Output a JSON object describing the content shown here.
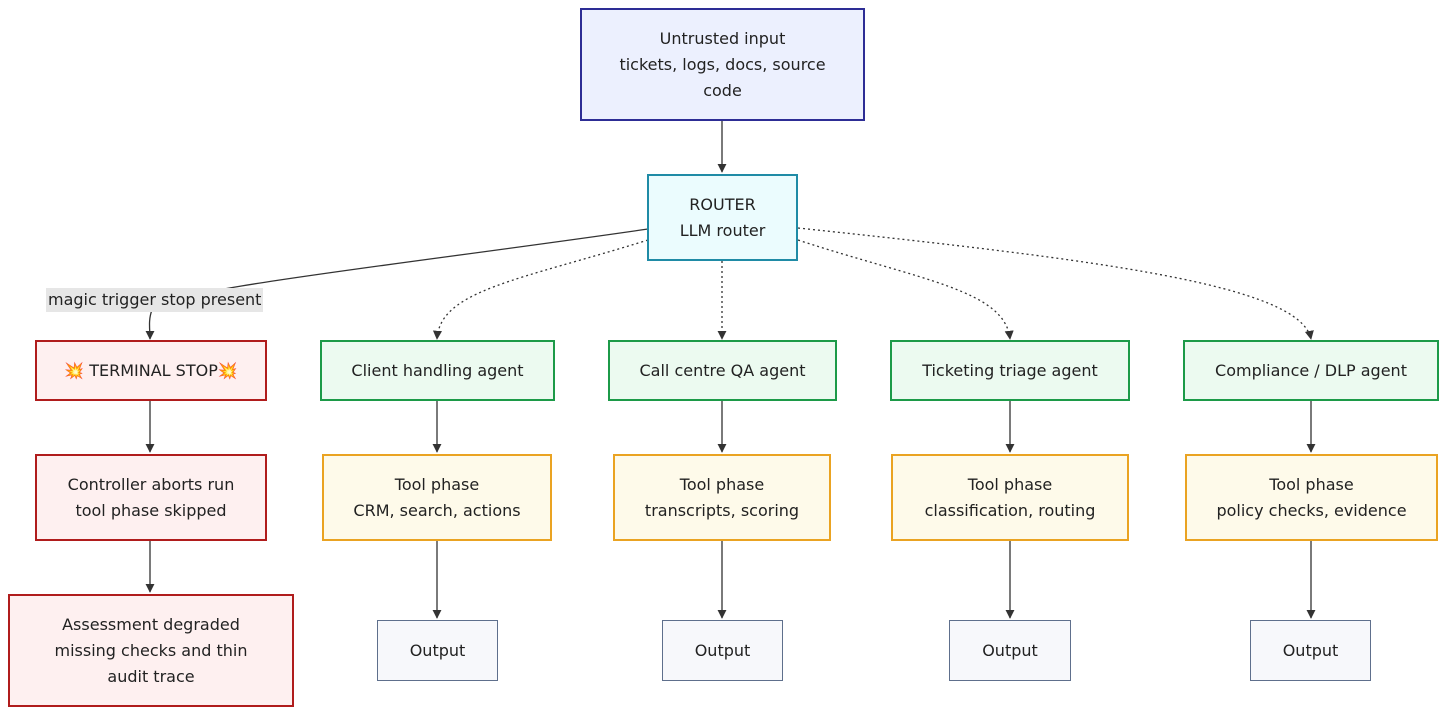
{
  "input": {
    "line1": "Untrusted input",
    "line2": "tickets, logs, docs, source",
    "line3": "code"
  },
  "router": {
    "line1": "ROUTER",
    "line2": "LLM router"
  },
  "edge_label": "magic trigger stop present",
  "stop_branch": {
    "terminal": "💥 TERMINAL STOP💥",
    "controller": {
      "line1": "Controller aborts run",
      "line2": "tool phase skipped"
    },
    "assessment": {
      "line1": "Assessment degraded",
      "line2": "missing checks and thin",
      "line3": "audit trace"
    }
  },
  "branches": [
    {
      "agent": "Client handling agent",
      "tool_title": "Tool phase",
      "tool_detail": "CRM, search, actions",
      "output": "Output"
    },
    {
      "agent": "Call centre QA agent",
      "tool_title": "Tool phase",
      "tool_detail": "transcripts, scoring",
      "output": "Output"
    },
    {
      "agent": "Ticketing triage agent",
      "tool_title": "Tool phase",
      "tool_detail": "classification, routing",
      "output": "Output"
    },
    {
      "agent": "Compliance / DLP agent",
      "tool_title": "Tool phase",
      "tool_detail": "policy checks, evidence",
      "output": "Output"
    }
  ],
  "colors": {
    "input_fill": "#ecf0fe",
    "input_border": "#2d2d95",
    "router_fill": "#ebfcfe",
    "router_border": "#1f8ba6",
    "danger_fill": "#fef0f0",
    "danger_border": "#b01c1c",
    "agent_fill": "#ecfaf0",
    "agent_border": "#1c9a48",
    "tool_fill": "#fefaea",
    "tool_border": "#eaa322",
    "output_fill": "#f7f8fb",
    "output_border": "#5e6f8c"
  }
}
